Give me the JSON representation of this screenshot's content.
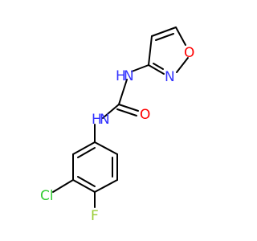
{
  "molecule": {
    "atoms": {
      "n_urea_top": {
        "label": "N",
        "hydrogen": "H",
        "color": "#3333ff"
      },
      "n_urea_bottom": {
        "label": "N",
        "hydrogen": "H",
        "color": "#3333ff"
      },
      "o_carbonyl": {
        "label": "O",
        "color": "#ff0000"
      },
      "n_isoxazole": {
        "label": "N",
        "color": "#3333ff"
      },
      "o_isoxazole": {
        "label": "O",
        "color": "#ff0000"
      },
      "cl": {
        "label": "Cl",
        "color": "#33cc33"
      },
      "f": {
        "label": "F",
        "color": "#99cc33"
      }
    }
  }
}
